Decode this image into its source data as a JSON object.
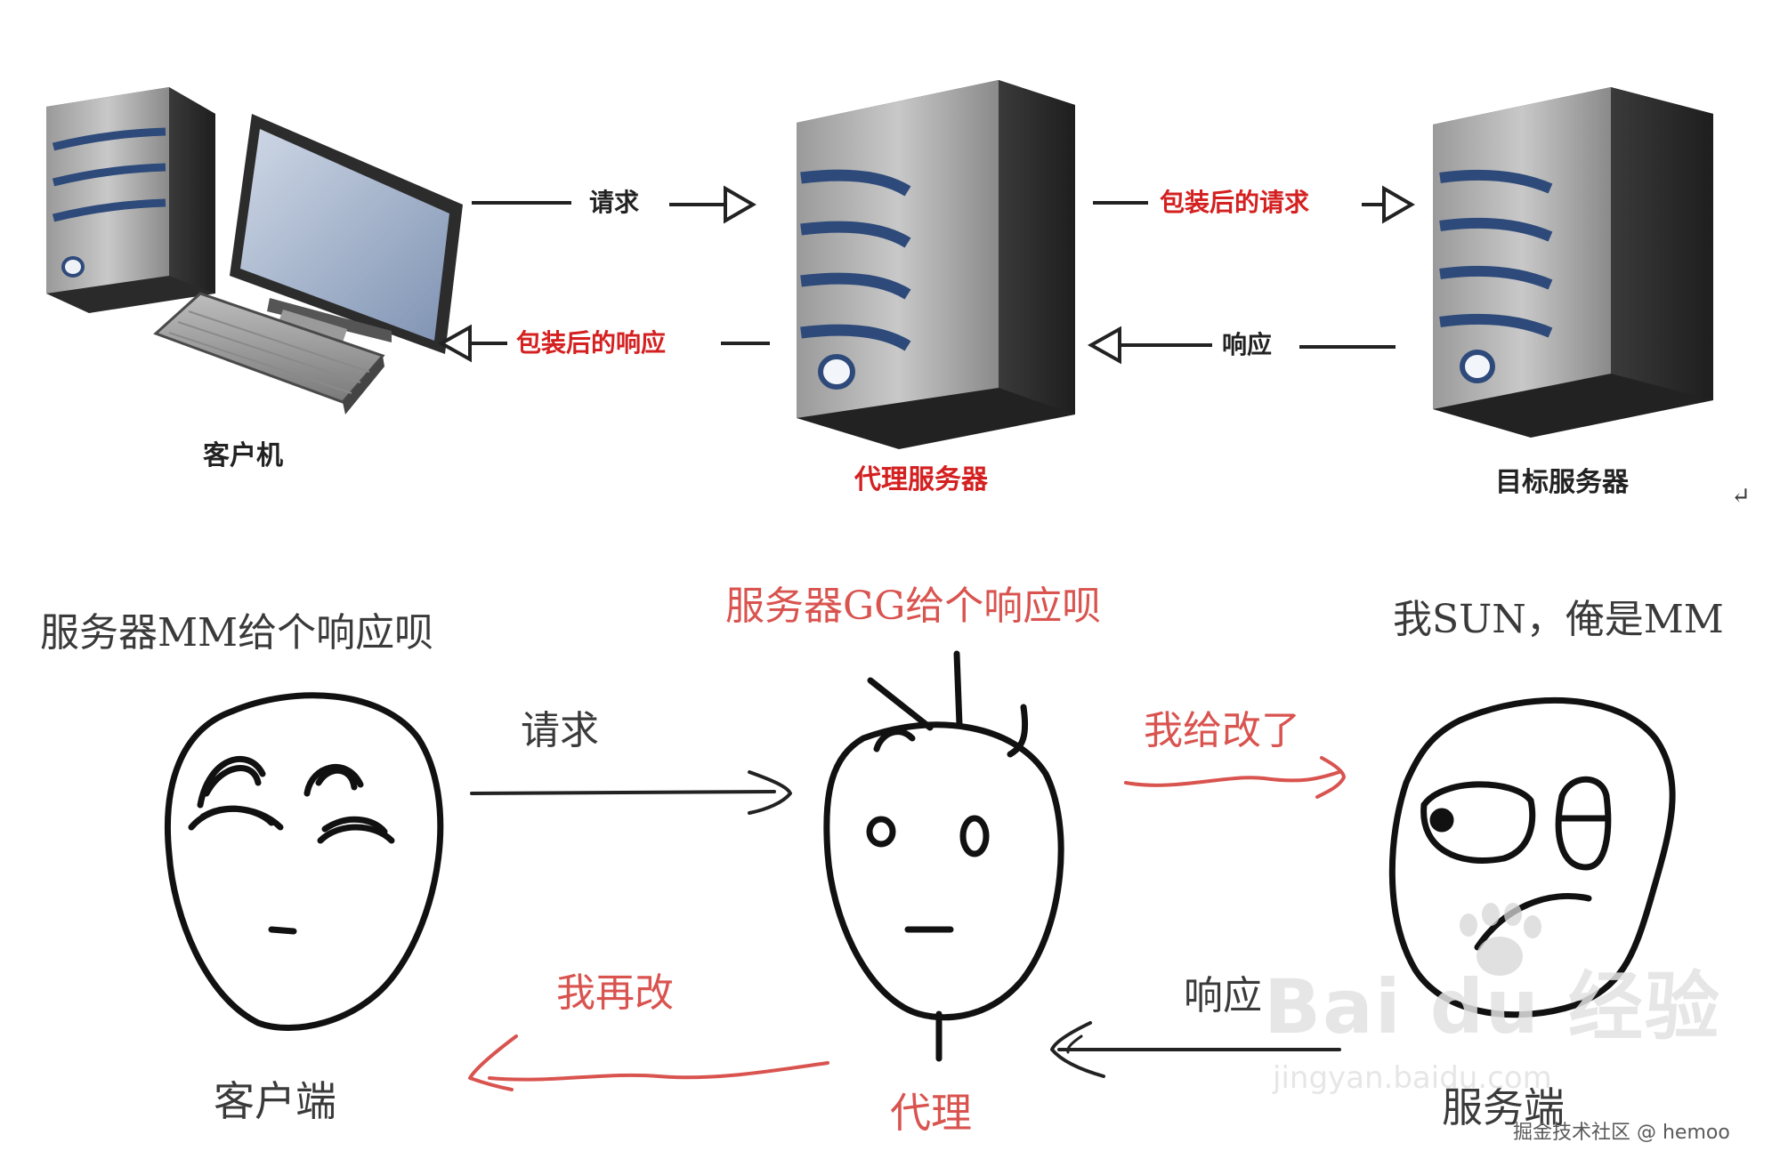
{
  "top": {
    "client_label": "客户机",
    "proxy_label": "代理服务器",
    "target_label": "目标服务器",
    "request": "请求",
    "wrapped_request": "包装后的请求",
    "response": "响应",
    "wrapped_response": "包装后的响应",
    "return_mark": "↵"
  },
  "bottom": {
    "client_speech": "服务器MM给个响应呗",
    "proxy_speech": "服务器GG给个响应呗",
    "server_speech": "我SUN，俺是MM",
    "request": "请求",
    "i_changed": "我给改了",
    "response": "响应",
    "i_change_again": "我再改",
    "client_label": "客户端",
    "proxy_label": "代理",
    "server_label": "服务端"
  },
  "watermark": {
    "brand": "Bai du 经验",
    "url": "jingyan.baidu.com",
    "credit": "掘金技术社区 @ hemoo"
  },
  "colors": {
    "red": "#d42020",
    "sketch_red": "#d9534f",
    "stroke": "#111111",
    "server_blue": "#2e4a7a"
  }
}
